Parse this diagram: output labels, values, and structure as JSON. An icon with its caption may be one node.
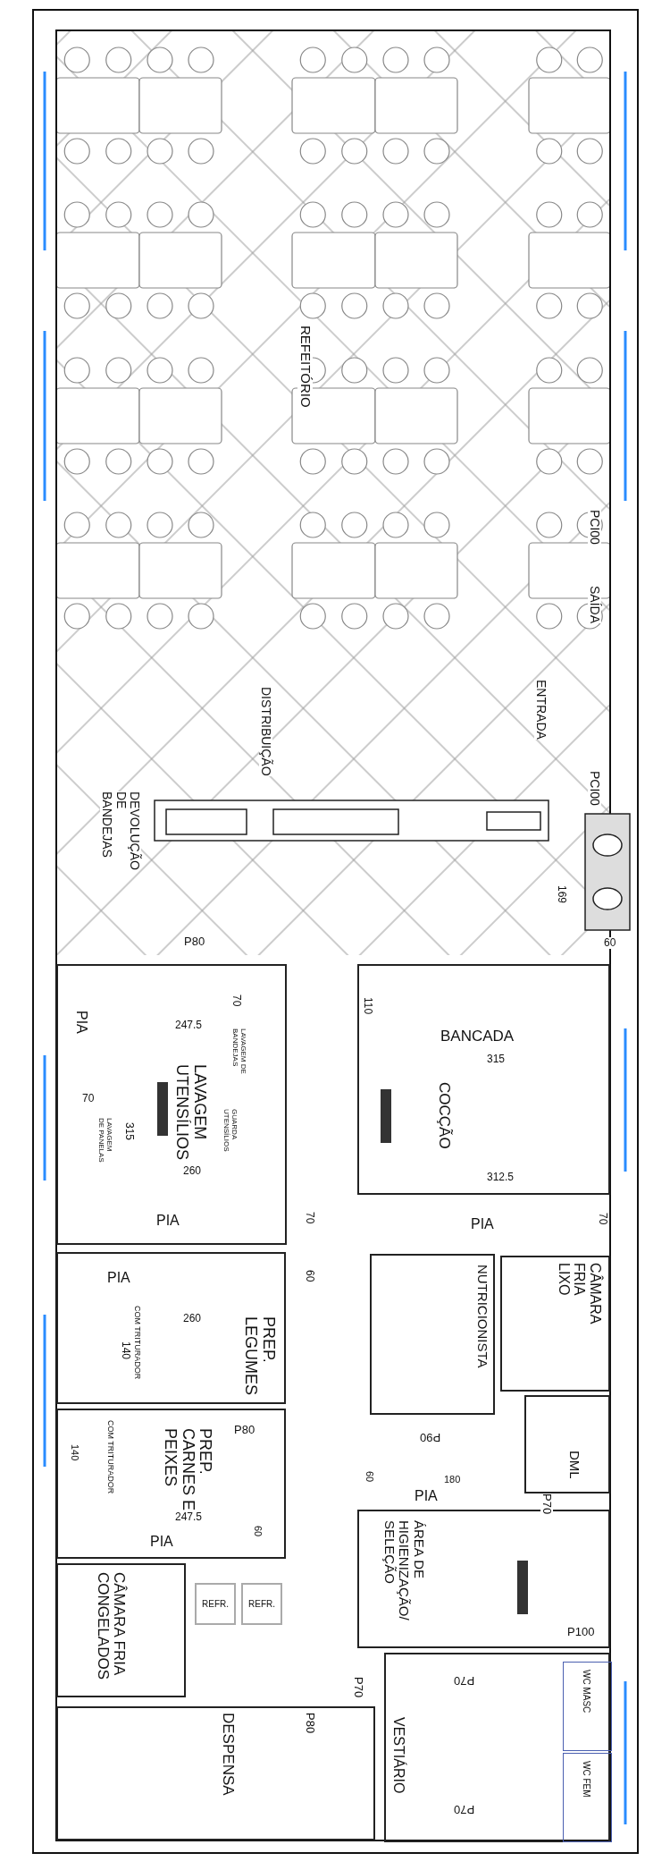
{
  "diagram": {
    "nodes": [
      {
        "text": [
          "REFEITÓRIO"
        ]
      },
      {
        "text": [
          "LAVAGEM UTENSÍLIOS"
        ]
      },
      {
        "text": [
          "COCÇÃO"
        ]
      },
      {
        "text": [
          "PREP. LEGUMES"
        ]
      },
      {
        "text": [
          "PREP. CARNES E PEIXES"
        ]
      },
      {
        "text": [
          "NUTRICIONISTA"
        ]
      },
      {
        "text": [
          "CÂMARA FRIA LIXO"
        ]
      },
      {
        "text": [
          "DML"
        ]
      },
      {
        "text": [
          "ÁREA DE HIGIENIZAÇÃO/ SELEÇÃO"
        ]
      },
      {
        "text": [
          "CÂMARA FRIA CONGELADOS"
        ]
      },
      {
        "text": [
          "DESPENSA"
        ]
      },
      {
        "text": [
          "VESTIÁRIO"
        ]
      },
      {
        "text": [
          "WC MASC"
        ],
        "in": 11
      },
      {
        "text": [
          "WC FEM"
        ],
        "in": 11
      }
    ],
    "labels": [
      "DISTRIBUIÇÃO",
      "DEVOLUÇÃO DE BANDEJAS",
      "ENTRADA",
      "SAÍDA",
      "PCI00",
      "PCI00",
      "169",
      "P80",
      "60",
      "70",
      "247.5",
      "LAVAGEM DE BANDEJAS",
      "PIA",
      "70",
      "LAVAGEM DE PANELAS",
      "315",
      "GUARDA UTENSÍLIOS",
      "260",
      "PIA",
      "70",
      "PIA",
      "60",
      "COM TRITURADOR",
      "260",
      "140",
      "P80",
      "COM TRITURADOR",
      "140",
      "247.5",
      "60",
      "PIA",
      "REFR.",
      "REFR.",
      "110",
      "BANCADA",
      "315",
      "312.5",
      "PIA",
      "70",
      "P90",
      "60",
      "180",
      "PIA",
      "P70",
      "P100",
      "P70",
      "P70",
      "P80",
      "P70"
    ]
  }
}
